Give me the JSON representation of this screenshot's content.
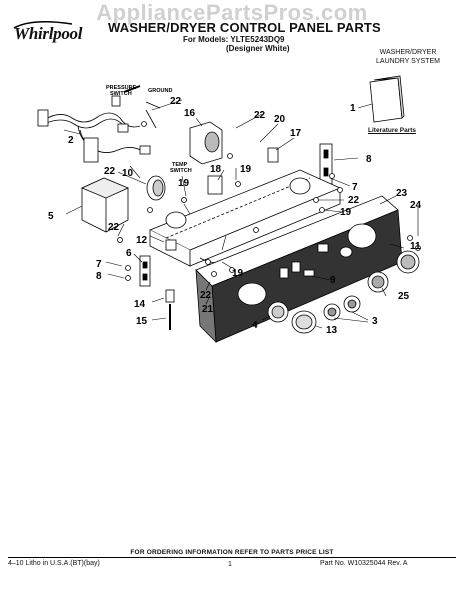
{
  "watermark": "AppliancePartsPros.com",
  "header": {
    "brand": "Whirlpool",
    "title": "WASHER/DRYER CONTROL PANEL PARTS",
    "models": "For Models: YLTE5243DQ9",
    "models_sub": "(Designer White)",
    "system_line1": "WASHER/DRYER",
    "system_line2": "LAUNDRY SYSTEM"
  },
  "labels": {
    "pressure_switch_1": "PRESSURE",
    "pressure_switch_2": "SWITCH",
    "ground": "GROUND",
    "temp_switch_1": "TEMP",
    "temp_switch_2": "SWITCH",
    "literature_parts": "Literature Parts"
  },
  "callouts": {
    "c1": "1",
    "c2": "2",
    "c3": "3",
    "c4": "4",
    "c5": "5",
    "c6": "6",
    "c7a": "7",
    "c7b": "7",
    "c8a": "8",
    "c8b": "8",
    "c9": "9",
    "c10": "10",
    "c11": "11",
    "c12": "12",
    "c13": "13",
    "c14": "14",
    "c15": "15",
    "c16": "16",
    "c17": "17",
    "c18": "18",
    "c19a": "19",
    "c19b": "19",
    "c19c": "19",
    "c19d": "19",
    "c20": "20",
    "c21": "21",
    "c22a": "22",
    "c22b": "22",
    "c22c": "22",
    "c22d": "22",
    "c22e": "22",
    "c22f": "22",
    "c23": "23",
    "c24": "24",
    "c25": "25"
  },
  "footer": {
    "ordering_info": "FOR ORDERING INFORMATION REFER TO PARTS PRICE LIST",
    "litho": "4–10 Litho in U.S.A.(BT)(bay)",
    "page_number": "1",
    "part_number": "Part No. W10325044 Rev. A"
  }
}
